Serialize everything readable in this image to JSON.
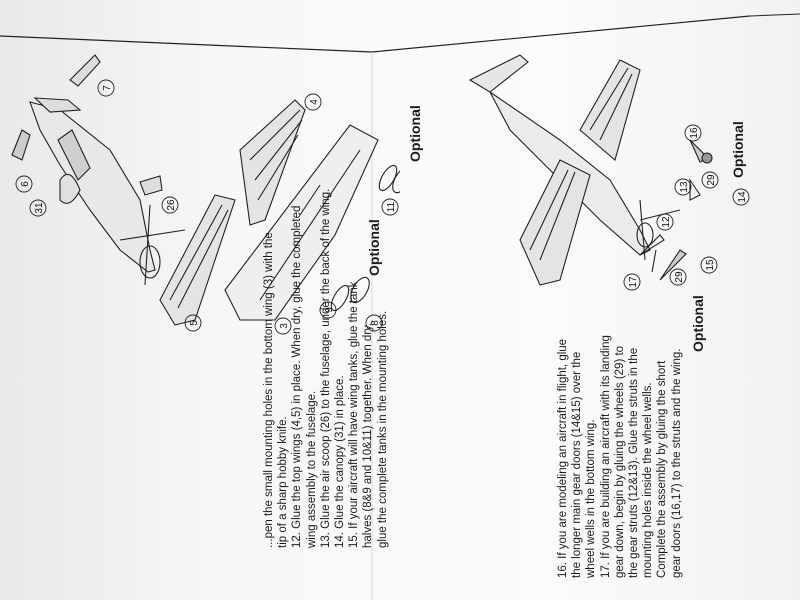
{
  "left_instructions": [
    "...pen the small mounting holes in the bottom wing (3) with the",
    "tip of a sharp hobby knife.",
    "12. Glue the top wings (4,5) in place. When dry, glue the completed",
    "     wing assembly to the fuselage.",
    "13. Glue the air scoop (26) to the fuselage, under the back of the wing.",
    "14. Glue the canopy (31) in place.",
    "15. If your aircraft will have wing tanks, glue the tank",
    "     halves (8&9 and 10&11) together. When dry,",
    "     glue the complete  tanks in the mounting holes."
  ],
  "right_instructions": [
    "16. If you are modeling an aircraft in flight, glue",
    "     the longer main gear doors (14&15) over the",
    "     wheel wells in the bottom wing.",
    "17. If you are building an aircraft with its landing",
    "     gear down, begin by gluing the wheels (29) to",
    "     the gear struts (12&13). Glue the struts in the",
    "     mounting holes inside the wheel wells.",
    "     Complete the assembly by gluing the short",
    "     gear doors (16,17) to the struts and the wing."
  ],
  "optional_label": "Optional",
  "left_callouts": [
    "7",
    "4",
    "6",
    "31",
    "26",
    "11",
    "10",
    "9",
    "8",
    "5",
    "3"
  ],
  "right_callouts": [
    "16",
    "13",
    "29",
    "14",
    "12",
    "17",
    "29",
    "15"
  ]
}
